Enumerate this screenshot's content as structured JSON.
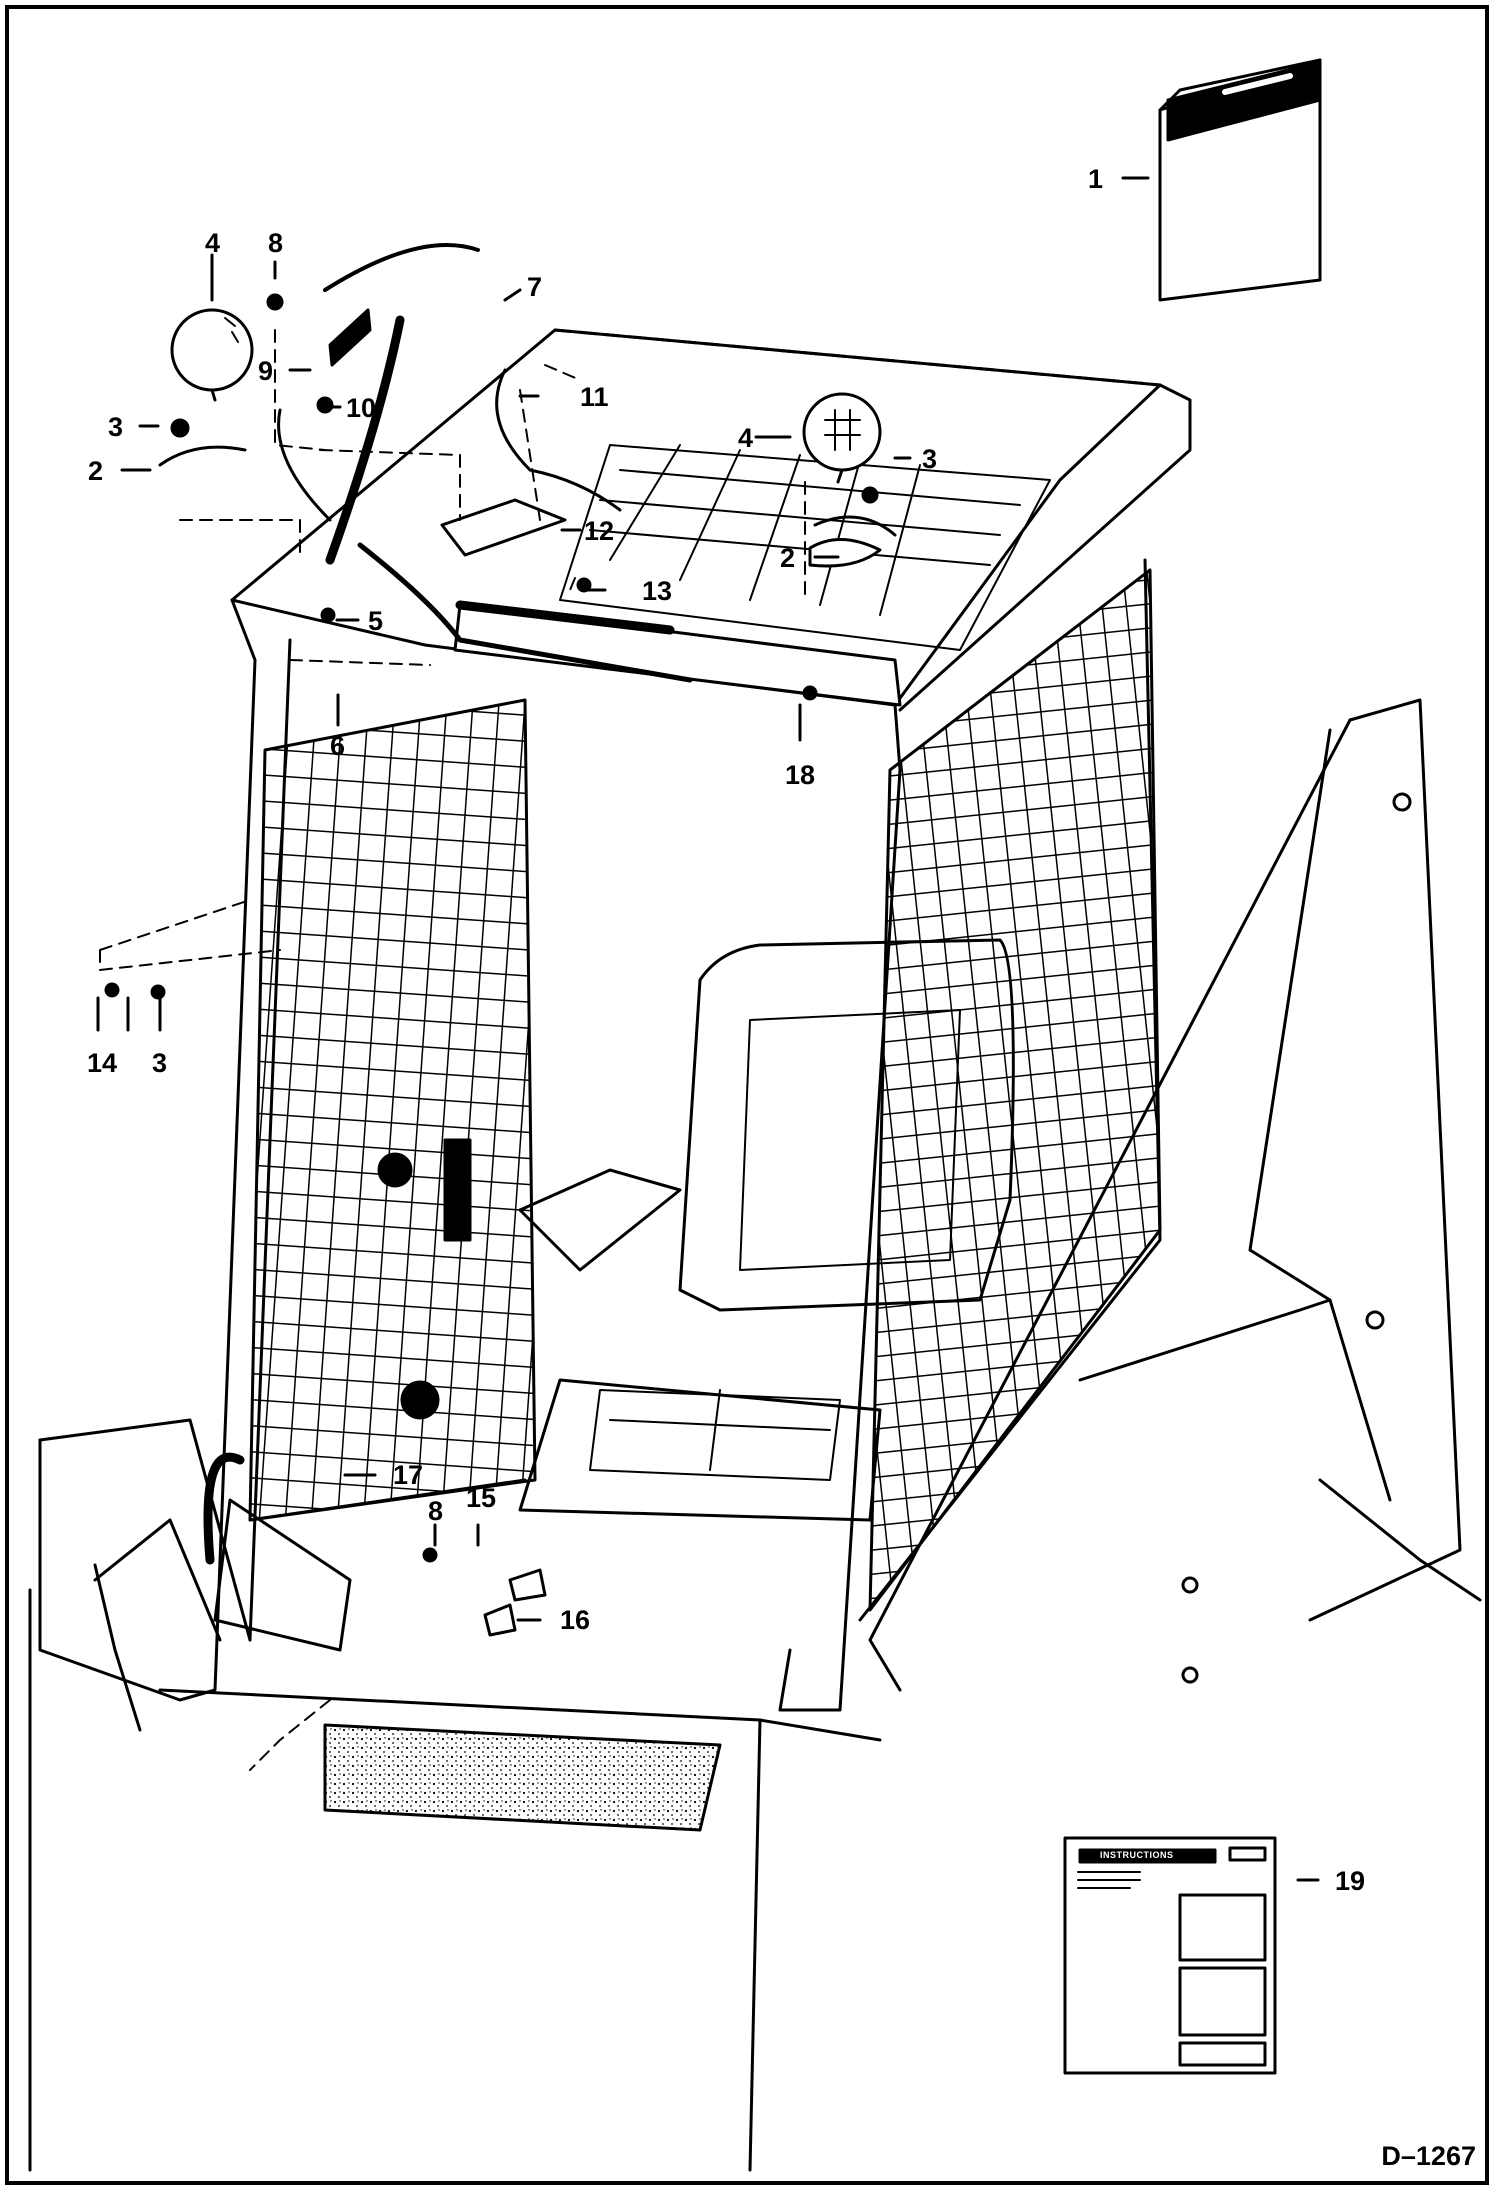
{
  "drawing_number": "D–1267",
  "callouts": [
    {
      "id": "c1",
      "text": "1"
    },
    {
      "id": "c2a",
      "text": "2"
    },
    {
      "id": "c2b",
      "text": "2"
    },
    {
      "id": "c3a",
      "text": "3"
    },
    {
      "id": "c3b",
      "text": "3"
    },
    {
      "id": "c3c",
      "text": "3"
    },
    {
      "id": "c4a",
      "text": "4"
    },
    {
      "id": "c4b",
      "text": "4"
    },
    {
      "id": "c5",
      "text": "5"
    },
    {
      "id": "c6",
      "text": "6"
    },
    {
      "id": "c7",
      "text": "7"
    },
    {
      "id": "c8a",
      "text": "8"
    },
    {
      "id": "c8b",
      "text": "8"
    },
    {
      "id": "c9",
      "text": "9"
    },
    {
      "id": "c10",
      "text": "10"
    },
    {
      "id": "c11",
      "text": "11"
    },
    {
      "id": "c12",
      "text": "12"
    },
    {
      "id": "c13",
      "text": "13"
    },
    {
      "id": "c14",
      "text": "14"
    },
    {
      "id": "c15",
      "text": "15"
    },
    {
      "id": "c16",
      "text": "16"
    },
    {
      "id": "c17",
      "text": "17"
    },
    {
      "id": "c18",
      "text": "18"
    },
    {
      "id": "c19",
      "text": "19"
    }
  ],
  "decal_title": "INSTRUCTIONS",
  "colors": {
    "ink": "#000000",
    "paper": "#ffffff"
  }
}
